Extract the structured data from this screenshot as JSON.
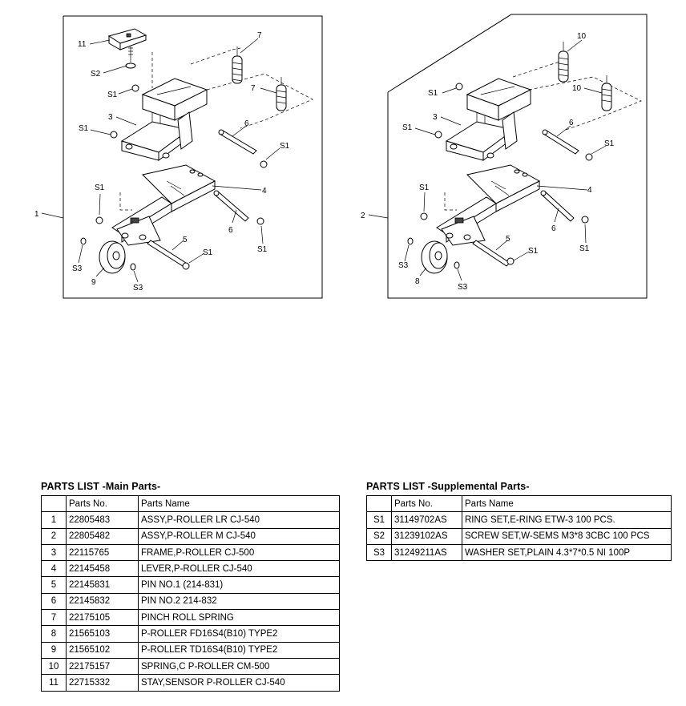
{
  "diagram": {
    "left_callouts": [
      "11",
      "S2",
      "7",
      "S1",
      "7",
      "3",
      "S1",
      "6",
      "S1",
      "4",
      "S1",
      "1",
      "6",
      "S1",
      "5",
      "S1",
      "S3",
      "9",
      "S3"
    ],
    "right_callouts": [
      "10",
      "S1",
      "10",
      "3",
      "S1",
      "6",
      "S1",
      "4",
      "S1",
      "2",
      "6",
      "S1",
      "5",
      "S1",
      "S3",
      "8",
      "S3"
    ]
  },
  "main_parts": {
    "title": "PARTS LIST  -Main Parts-",
    "headers": [
      "",
      "Parts No.",
      "Parts Name"
    ],
    "rows": [
      {
        "no": "1",
        "part": "22805483",
        "name": "ASSY,P-ROLLER LR CJ-540"
      },
      {
        "no": "2",
        "part": "22805482",
        "name": "ASSY,P-ROLLER M CJ-540"
      },
      {
        "no": "3",
        "part": "22115765",
        "name": "FRAME,P-ROLLER CJ-500"
      },
      {
        "no": "4",
        "part": "22145458",
        "name": "LEVER,P-ROLLER CJ-540"
      },
      {
        "no": "5",
        "part": "22145831",
        "name": "PIN NO.1   (214-831)"
      },
      {
        "no": "6",
        "part": "22145832",
        "name": "PIN NO.2   214-832"
      },
      {
        "no": "7",
        "part": "22175105",
        "name": "PINCH ROLL SPRING"
      },
      {
        "no": "8",
        "part": "21565103",
        "name": "P-ROLLER FD16S4(B10) TYPE2"
      },
      {
        "no": "9",
        "part": "21565102",
        "name": "P-ROLLER TD16S4(B10) TYPE2"
      },
      {
        "no": "10",
        "part": "22175157",
        "name": "SPRING,C P-ROLLER CM-500"
      },
      {
        "no": "11",
        "part": "22715332",
        "name": "STAY,SENSOR P-ROLLER CJ-540"
      }
    ]
  },
  "supplemental_parts": {
    "title": "PARTS LIST  -Supplemental Parts-",
    "headers": [
      "",
      "Parts No.",
      "Parts Name"
    ],
    "rows": [
      {
        "no": "S1",
        "part": "31149702AS",
        "name": "RING SET,E-RING ETW-3 100 PCS."
      },
      {
        "no": "S2",
        "part": "31239102AS",
        "name": "SCREW SET,W-SEMS M3*8 3CBC 100 PCS"
      },
      {
        "no": "S3",
        "part": "31249211AS",
        "name": "WASHER SET,PLAIN 4.3*7*0.5 NI 100P"
      }
    ]
  }
}
